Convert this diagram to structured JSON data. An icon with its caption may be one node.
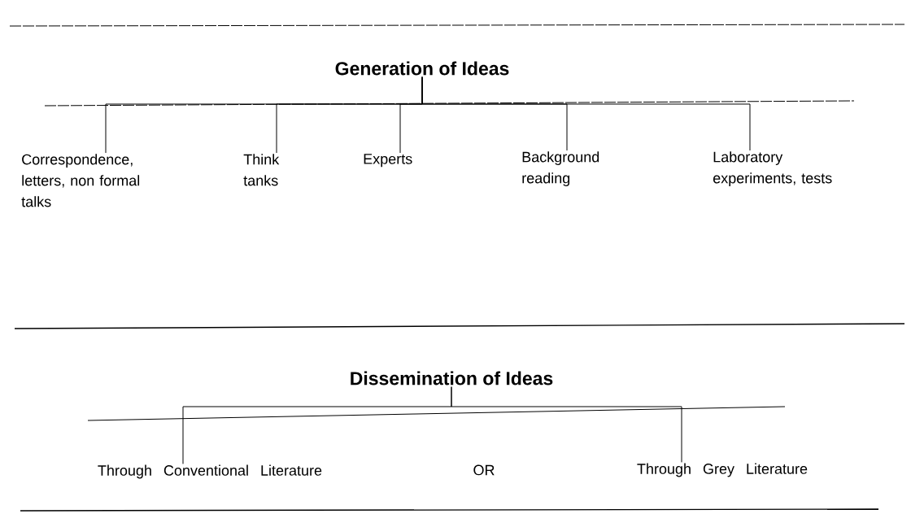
{
  "diagram": {
    "nodes": [
      {
        "text": [
          "Generation of Ideas"
        ]
      },
      {
        "text": [
          "Correspondence, letters, non formal talks"
        ]
      },
      {
        "text": [
          "Think tanks"
        ]
      },
      {
        "text": [
          "Experts"
        ]
      },
      {
        "text": [
          "Background reading"
        ]
      },
      {
        "text": [
          "Laboratory experiments, tests"
        ]
      },
      {
        "text": [
          "Dissemination of Ideas"
        ]
      },
      {
        "text": [
          "Through Conventional Literature"
        ]
      },
      {
        "text": [
          "Through Grey Literature"
        ]
      }
    ],
    "edges": [
      {
        "from": 0,
        "to": 1,
        "arrow": "none"
      },
      {
        "from": 0,
        "to": 2,
        "arrow": "none"
      },
      {
        "from": 0,
        "to": 3,
        "arrow": "none"
      },
      {
        "from": 0,
        "to": 4,
        "arrow": "none"
      },
      {
        "from": 0,
        "to": 5,
        "arrow": "none"
      },
      {
        "from": 6,
        "to": 7,
        "arrow": "none"
      },
      {
        "from": 6,
        "to": 8,
        "arrow": "none"
      }
    ],
    "labels": [
      "OR"
    ]
  }
}
